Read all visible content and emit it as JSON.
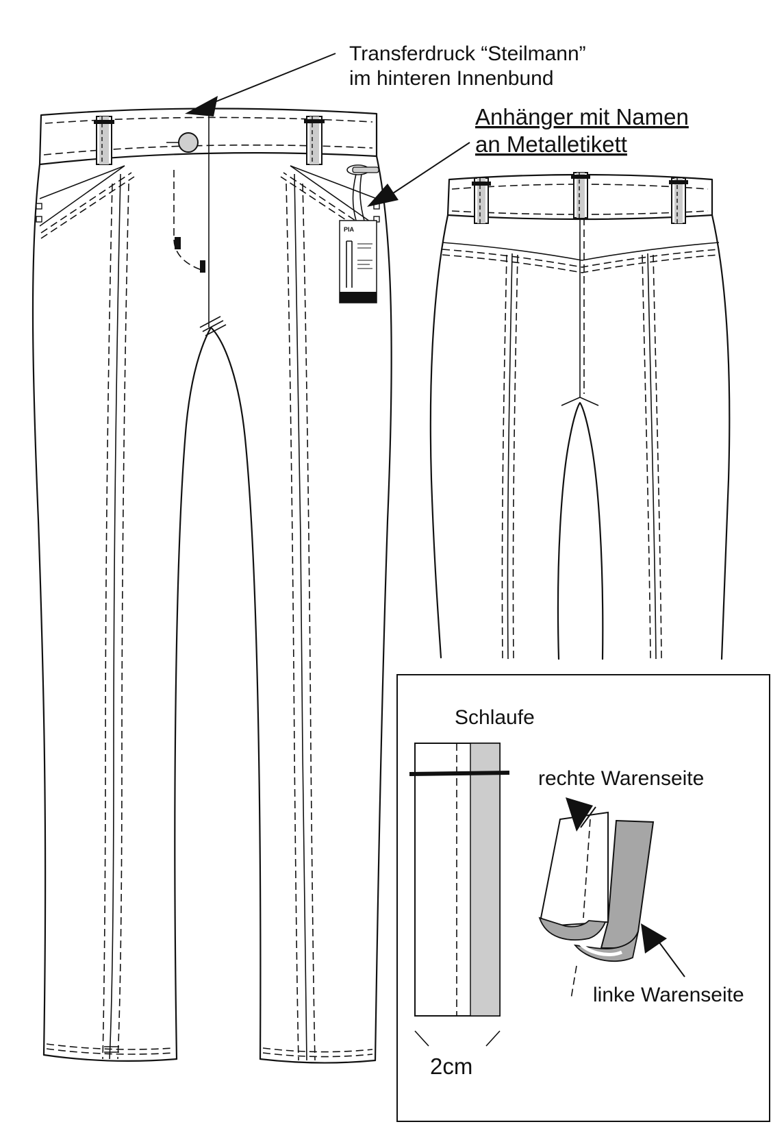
{
  "annotations": {
    "transfer_line1": "Transferdruck “Steilmann”",
    "transfer_line2": "im hinteren Innenbund",
    "tag_line1": "Anhänger mit Namen",
    "tag_line2": "an Metalletikett"
  },
  "detail": {
    "title": "Schlaufe",
    "right_side": "rechte Warenseite",
    "left_side": "linke Warenseite",
    "width": "2cm"
  },
  "colors": {
    "line": "#111111",
    "fabric_reverse_light": "#cccccc",
    "fabric_reverse_dark": "#a6a6a6",
    "button": "#cfcfcf"
  }
}
